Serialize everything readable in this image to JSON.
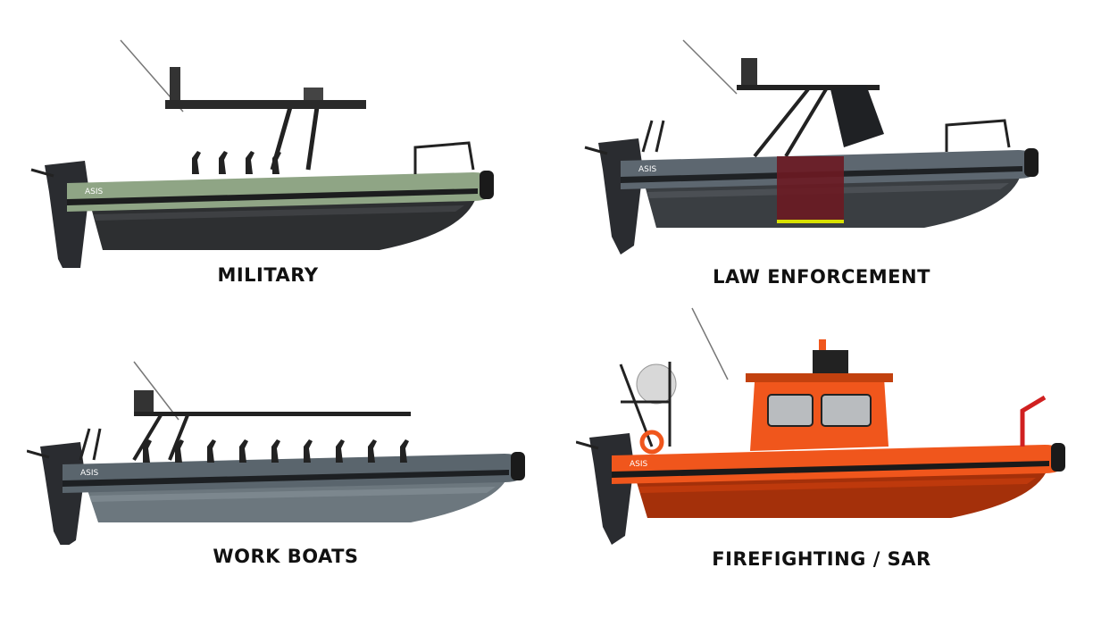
{
  "brand_mark": "ASIS",
  "categories": [
    {
      "id": "military",
      "label": "MILITARY",
      "colors": {
        "tube": "#8fa585",
        "tubeDark": "#5e7356",
        "hull": "#2d2f31",
        "hullLight": "#4a4d50",
        "stripe": "#1c1d1e"
      },
      "tower": "ttop"
    },
    {
      "id": "law",
      "label": "LAW ENFORCEMENT",
      "colors": {
        "tube": "#5d6770",
        "tubeDark": "#3c444b",
        "hull": "#3a3e42",
        "hullLight": "#565b60",
        "stripe": "#1f2225",
        "accent": "#6b1a22",
        "accent2": "#d8e000"
      },
      "tower": "cabin-open"
    },
    {
      "id": "work",
      "label": "WORK BOATS",
      "colors": {
        "tube": "#5a656d",
        "tubeDark": "#3b4349",
        "hull": "#6c777e",
        "hullLight": "#87929a",
        "stripe": "#1d2023"
      },
      "tower": "long-top"
    },
    {
      "id": "fire",
      "label": "FIREFIGHTING / SAR",
      "colors": {
        "tube": "#f0561c",
        "tubeDark": "#c2410f",
        "hull": "#a4300a",
        "hullLight": "#d0400e",
        "stripe": "#1a1a1a",
        "window": "#b9bcbf",
        "buoy": "#d8d8d8"
      },
      "tower": "cabin"
    }
  ]
}
